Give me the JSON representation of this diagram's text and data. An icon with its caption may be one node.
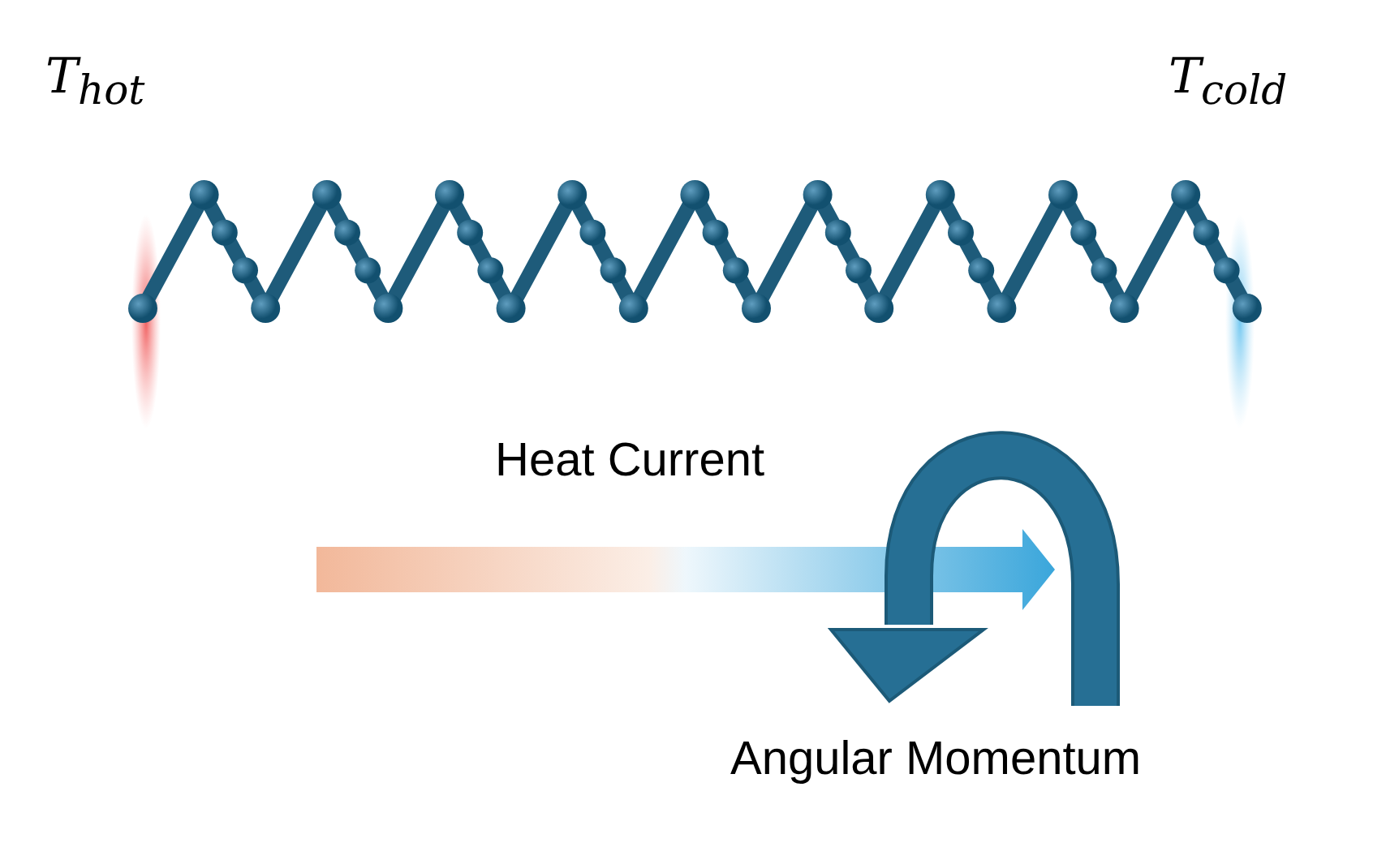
{
  "diagram": {
    "labels": [
      "T$_{hot}$",
      "T$_{cold}$",
      "Heat Current",
      "Angular Momentum"
    ]
  }
}
